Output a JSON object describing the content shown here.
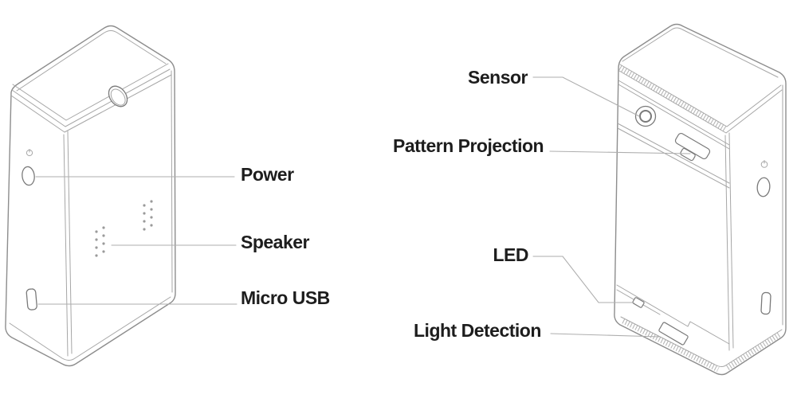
{
  "figure": {
    "type": "product-callout-diagram",
    "colors": {
      "background": "#ffffff",
      "outline": "#8d8d8d",
      "inner_line": "#a6a6a6",
      "feature_line": "#7a7a7a",
      "hatch": "#a9a9a9",
      "leader": "#aeaeae",
      "label": "#1d1d1d"
    },
    "views": [
      {
        "id": "left-device",
        "description": "isometric view of device, left side and front visible",
        "features": [
          "top-oval-opening",
          "power-symbol-icon",
          "power-button",
          "speaker-grille-dots",
          "micro-usb-port"
        ],
        "callouts": [
          {
            "label": "Power",
            "feature": "power-button"
          },
          {
            "label": "Speaker",
            "feature": "speaker-grille-dots"
          },
          {
            "label": "Micro USB",
            "feature": "micro-usb-port"
          }
        ]
      },
      {
        "id": "right-device",
        "description": "isometric view of device, front lens face and right side visible",
        "features": [
          "sensor-lens",
          "pattern-projection-window",
          "led-indicator",
          "light-detection-window",
          "power-symbol-icon",
          "power-button",
          "micro-usb-port"
        ],
        "callouts": [
          {
            "label": "Sensor",
            "feature": "sensor-lens"
          },
          {
            "label": "Pattern Projection",
            "feature": "pattern-projection-window"
          },
          {
            "label": "LED",
            "feature": "led-indicator"
          },
          {
            "label": "Light Detection",
            "feature": "light-detection-window"
          }
        ]
      }
    ]
  }
}
